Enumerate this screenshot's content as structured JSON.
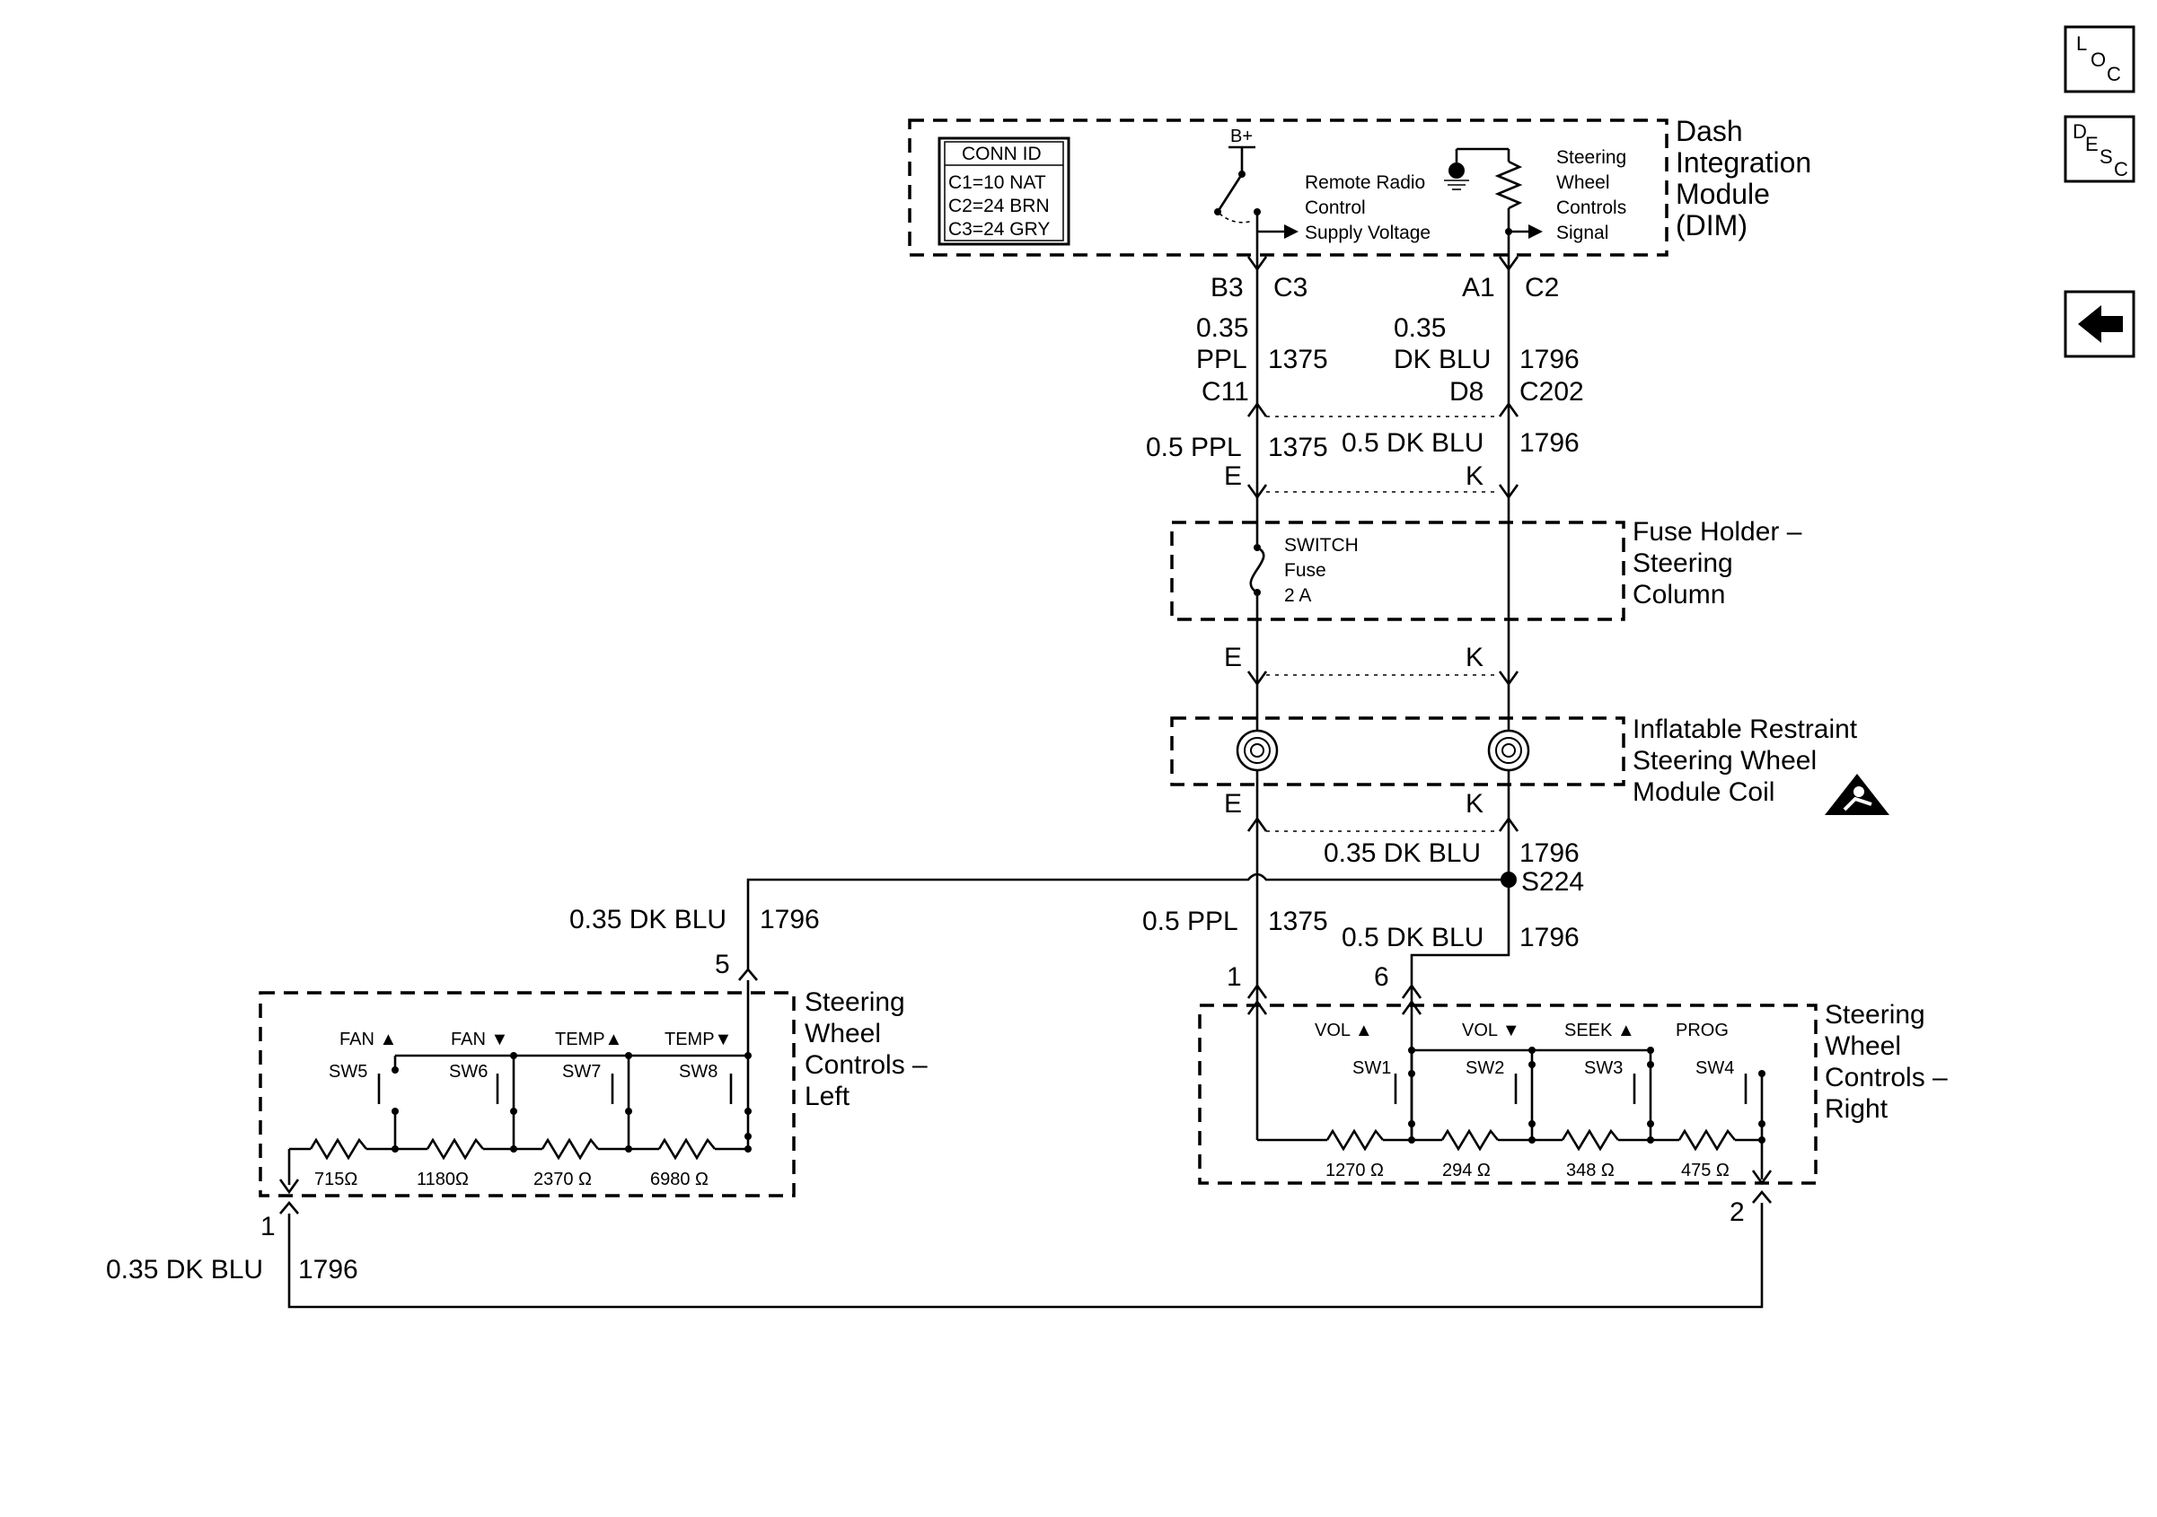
{
  "nav_buttons": {
    "loc": {
      "l1": "L",
      "l2": "O",
      "l3": "C"
    },
    "desc": {
      "l1": "D",
      "l2": "E",
      "l3": "S",
      "l4": "C"
    }
  },
  "dim": {
    "title": [
      "Dash",
      "Integration",
      "Module",
      "(DIM)"
    ],
    "conn_id": {
      "header": "CONN ID",
      "rows": [
        "C1=10 NAT",
        "C2=24 BRN",
        "C3=24 GRY"
      ]
    },
    "bplus": "B+",
    "supply": [
      "Remote Radio",
      "Control",
      "Supply Voltage"
    ],
    "signal": [
      "Steering",
      "Wheel",
      "Controls",
      "Signal"
    ]
  },
  "wire_left": {
    "pin_b3": "B3",
    "conn_c3": "C3",
    "gauge": "0.35",
    "color": "PPL",
    "circuit": "1375",
    "pin_c11": "C11",
    "seg2_label": "0.5 PPL",
    "seg2_circuit": "1375",
    "pin_e": "E"
  },
  "wire_right": {
    "pin_a1": "A1",
    "conn_c2": "C2",
    "gauge": "0.35",
    "color": "DK BLU",
    "circuit": "1796",
    "pin_d8": "D8",
    "conn_c202": "C202",
    "seg2_label": "0.5 DK BLU",
    "seg2_circuit": "1796",
    "pin_k": "K"
  },
  "fuse_holder": {
    "title": [
      "Fuse Holder –",
      "Steering",
      "Column"
    ],
    "fuse": [
      "SWITCH",
      "Fuse",
      "2 A"
    ],
    "pin_e": "E",
    "pin_k": "K"
  },
  "coil": {
    "title": [
      "Inflatable Restraint",
      "Steering Wheel",
      "Module Coil"
    ],
    "pin_e": "E",
    "pin_k": "K"
  },
  "lower": {
    "right_label": "0.35 DK BLU",
    "right_circuit": "1796",
    "splice": "S224",
    "left_wire_label": "0.35 DK BLU",
    "left_wire_circuit": "1796",
    "ppl_label": "0.5 PPL",
    "ppl_circuit": "1375",
    "blu_label": "0.5 DK BLU",
    "blu_circuit": "1796",
    "bottom_label": "0.35 DK BLU",
    "bottom_circuit": "1796"
  },
  "swc_left": {
    "title": [
      "Steering",
      "Wheel",
      "Controls –",
      "Left"
    ],
    "pin_top": "5",
    "pin_bottom": "1",
    "buttons": [
      {
        "name": "FAN ▲",
        "sw": "SW5",
        "res": "715Ω"
      },
      {
        "name": "FAN ▼",
        "sw": "SW6",
        "res": "1180Ω"
      },
      {
        "name": "TEMP▲",
        "sw": "SW7",
        "res": "2370 Ω"
      },
      {
        "name": "TEMP▼",
        "sw": "SW8",
        "res": "6980 Ω"
      }
    ]
  },
  "swc_right": {
    "title": [
      "Steering",
      "Wheel",
      "Controls –",
      "Right"
    ],
    "pin_1": "1",
    "pin_6": "6",
    "pin_2": "2",
    "buttons": [
      {
        "name": "VOL ▲",
        "sw": "SW1",
        "res": "1270 Ω"
      },
      {
        "name": "VOL ▼",
        "sw": "SW2",
        "res": "294 Ω"
      },
      {
        "name": "SEEK ▲",
        "sw": "SW3",
        "res": "348 Ω"
      },
      {
        "name": "PROG",
        "sw": "SW4",
        "res": "475 Ω"
      }
    ]
  },
  "icons": {
    "back": "arrow-left-icon",
    "airbag": "airbag-warning-icon"
  }
}
